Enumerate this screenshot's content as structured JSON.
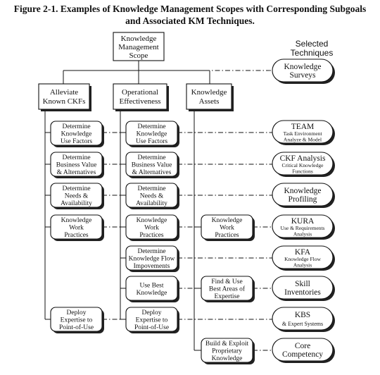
{
  "title": {
    "line1": "Figure 2-1.  Examples of Knowledge Management Scopes with Corresponding Subgoals",
    "line2": "and Associated KM Techniques."
  },
  "root": [
    "Knowledge",
    "Management",
    "Scope"
  ],
  "selected_header": [
    "Selected",
    "Techniques"
  ],
  "scopes": {
    "alleviate": [
      "Alleviate",
      "Known CKFs"
    ],
    "operational": [
      "Operational",
      "Effectiveness"
    ],
    "assets": [
      "Knowledge",
      "Assets"
    ]
  },
  "alleviate_subgoals": [
    [
      "Determine",
      "Knowledge",
      "Use Factors"
    ],
    [
      "Determine",
      "Business Value",
      "& Alternatives"
    ],
    [
      "Determine",
      "Needs &",
      "Availability"
    ],
    [
      "Knowledge",
      "Work",
      "Practices"
    ],
    [
      "Deploy",
      "Expertise to",
      "Point-of-Use"
    ]
  ],
  "operational_subgoals": [
    [
      "Determine",
      "Knowledge",
      "Use Factors"
    ],
    [
      "Determine",
      "Business Value",
      "& Alternatives"
    ],
    [
      "Determine",
      "Needs &",
      "Availability"
    ],
    [
      "Knowledge",
      "Work",
      "Practices"
    ],
    [
      "Determine",
      "Knowledge Flow",
      "Impovements"
    ],
    [
      "Use Best",
      "Knowledge"
    ],
    [
      "Deploy",
      "Expertise to",
      "Point-of-Use"
    ]
  ],
  "assets_subgoals": [
    [
      "Knowledge",
      "Work",
      "Practices"
    ],
    [
      "Find & Use",
      "Best Areas of",
      "Expertise"
    ],
    [
      "Build & Exploit",
      "Proprietary",
      "Knowledge"
    ]
  ],
  "techniques": [
    {
      "name": "Knowledge",
      "detail": "Surveys"
    },
    {
      "name": "TEAM",
      "detail": [
        "Task Environment",
        "Analyze & Model"
      ]
    },
    {
      "name": "CKF Analysis",
      "detail": [
        "Critical Knowledge",
        "Functions"
      ]
    },
    {
      "name": "Knowledge",
      "detail": "Profiling"
    },
    {
      "name": "KURA",
      "detail": [
        "Use & Requirements",
        "Analysis"
      ]
    },
    {
      "name": "KFA",
      "detail": [
        "Knowledge Flow",
        "Analysis"
      ]
    },
    {
      "name": "Skill",
      "detail": "Inventories"
    },
    {
      "name": "KBS",
      "detail": "& Expert Systems"
    },
    {
      "name": "Core",
      "detail": "Competency"
    }
  ]
}
